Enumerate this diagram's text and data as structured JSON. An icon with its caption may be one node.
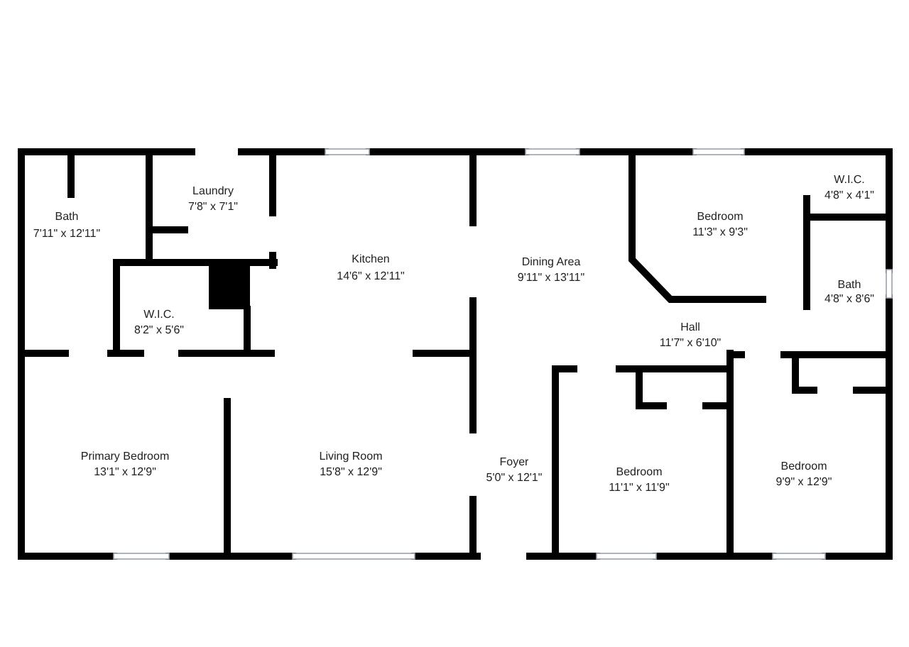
{
  "diagram": {
    "labels": [
      "Laundry",
      "7'8\" x 7'1\"",
      "Bath",
      "7'11\" x 12'11\"",
      "Kitchen",
      "14'6\" x 12'11\"",
      "W.I.C.",
      "8'2\" x 5'6\"",
      "Dining Area",
      "9'11\" x 13'11\"",
      "Bedroom",
      "11'3\" x 9'3\"",
      "W.I.C.",
      "4'8\" x 4'1\"",
      "Bath",
      "4'8\" x 8'6\"",
      "Hall",
      "11'7\" x 6'10\"",
      "Primary Bedroom",
      "13'1\" x 12'9\"",
      "Living Room",
      "15'8\" x 12'9\"",
      "Foyer",
      "5'0\" x 12'1\"",
      "Bedroom",
      "11'1\" x 11'9\"",
      "Bedroom",
      "9'9\" x 12'9\""
    ]
  }
}
